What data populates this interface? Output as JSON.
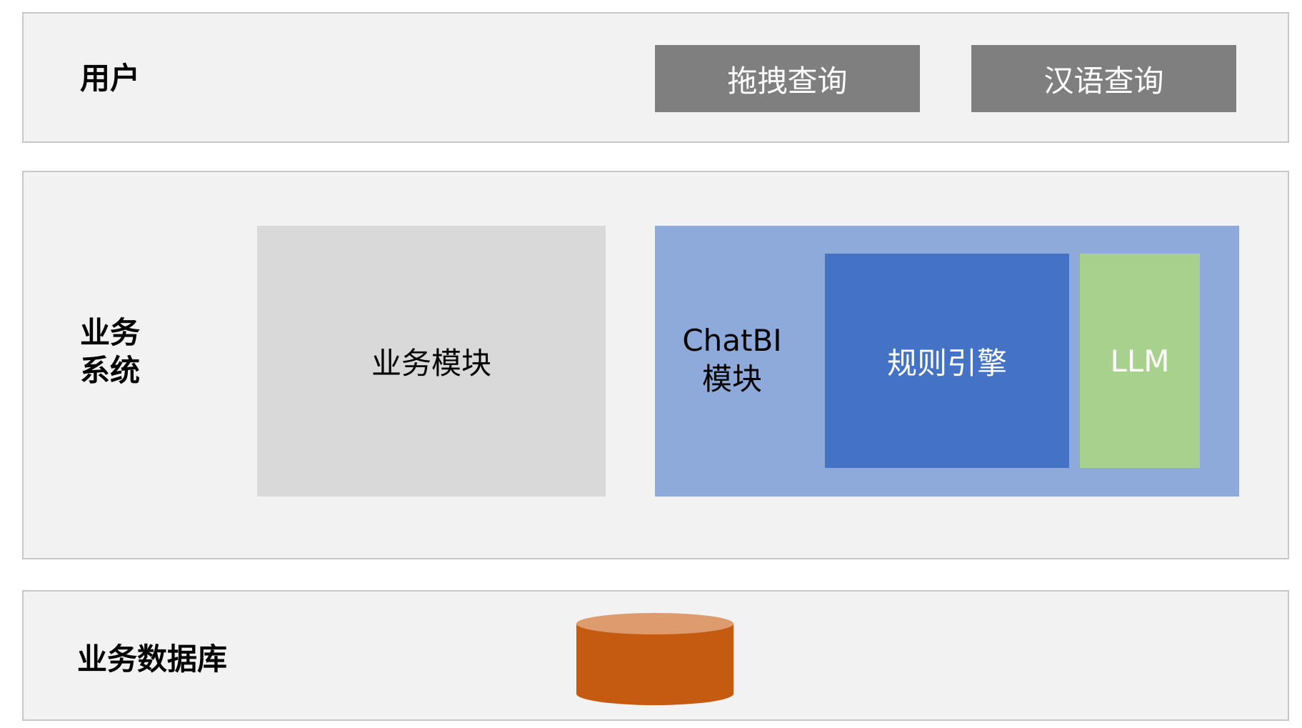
{
  "layers": {
    "user": {
      "label": "用户",
      "buttons": [
        "拖拽查询",
        "汉语查询"
      ]
    },
    "business_system": {
      "label_line1": "业务",
      "label_line2": "系统",
      "business_module": "业务模块",
      "chatbi_line1": "ChatBI",
      "chatbi_line2": "模块",
      "rule_engine": "规则引擎",
      "llm": "LLM"
    },
    "database": {
      "label": "业务数据库"
    }
  },
  "colors": {
    "layer_bg": "#f2f2f2",
    "button_gray": "#7f7f7f",
    "module_gray": "#d9d9d9",
    "chatbi_blue": "#8eaadb",
    "rule_engine_blue": "#4472c4",
    "llm_green": "#a9d18e",
    "db_orange": "#c55a11",
    "db_top": "#de9b6e"
  }
}
